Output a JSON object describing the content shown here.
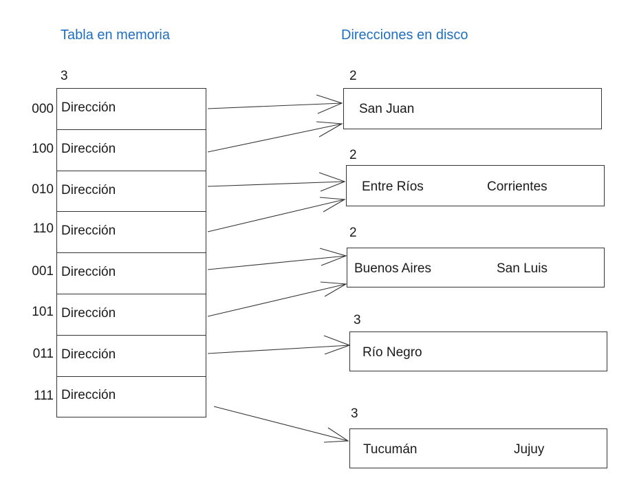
{
  "titles": {
    "memory_table": "Tabla en memoria",
    "disk_addresses": "Direcciones en disco"
  },
  "table": {
    "global_depth": "3",
    "rows": [
      {
        "index": "000",
        "cell": "Dirección"
      },
      {
        "index": "100",
        "cell": "Dirección"
      },
      {
        "index": "010",
        "cell": "Dirección"
      },
      {
        "index": "110",
        "cell": "Dirección"
      },
      {
        "index": "001",
        "cell": "Dirección"
      },
      {
        "index": "101",
        "cell": "Dirección"
      },
      {
        "index": "011",
        "cell": "Dirección"
      },
      {
        "index": "111",
        "cell": "Dirección"
      }
    ]
  },
  "buckets": [
    {
      "local_depth": "2",
      "records": [
        "San Juan"
      ]
    },
    {
      "local_depth": "2",
      "records": [
        "Entre Ríos",
        "Corrientes"
      ]
    },
    {
      "local_depth": "2",
      "records": [
        "Buenos Aires",
        "San Luis"
      ]
    },
    {
      "local_depth": "3",
      "records": [
        "Río Negro"
      ]
    },
    {
      "local_depth": "3",
      "records": [
        "Tucumán",
        "Jujuy"
      ]
    }
  ],
  "links": [
    {
      "from_row": 0,
      "to_bucket": 0
    },
    {
      "from_row": 1,
      "to_bucket": 0
    },
    {
      "from_row": 2,
      "to_bucket": 1
    },
    {
      "from_row": 3,
      "to_bucket": 1
    },
    {
      "from_row": 4,
      "to_bucket": 2
    },
    {
      "from_row": 5,
      "to_bucket": 2
    },
    {
      "from_row": 6,
      "to_bucket": 3
    },
    {
      "from_row": 7,
      "to_bucket": 4
    }
  ]
}
